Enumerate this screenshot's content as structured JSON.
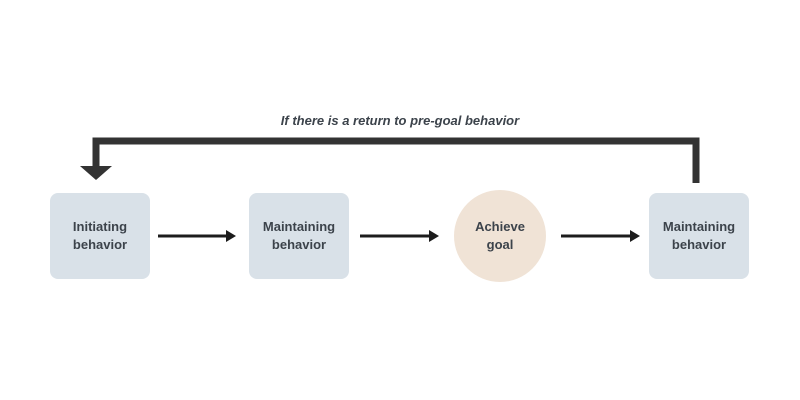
{
  "colors": {
    "background": "#ffffff",
    "box_fill": "#d9e1e8",
    "goal_fill": "#f0e3d6",
    "text": "#3c434b",
    "arrow": "#1c1c1c",
    "loop": "#333333"
  },
  "loop_label": "If there is a return to pre-goal behavior",
  "nodes": [
    {
      "id": "initiating",
      "label": "Initiating\nbehavior",
      "shape": "box"
    },
    {
      "id": "maintaining-1",
      "label": "Maintaining\nbehavior",
      "shape": "box"
    },
    {
      "id": "achieve-goal",
      "label": "Achieve\ngoal",
      "shape": "circle"
    },
    {
      "id": "maintaining-2",
      "label": "Maintaining\nbehavior",
      "shape": "box"
    }
  ]
}
